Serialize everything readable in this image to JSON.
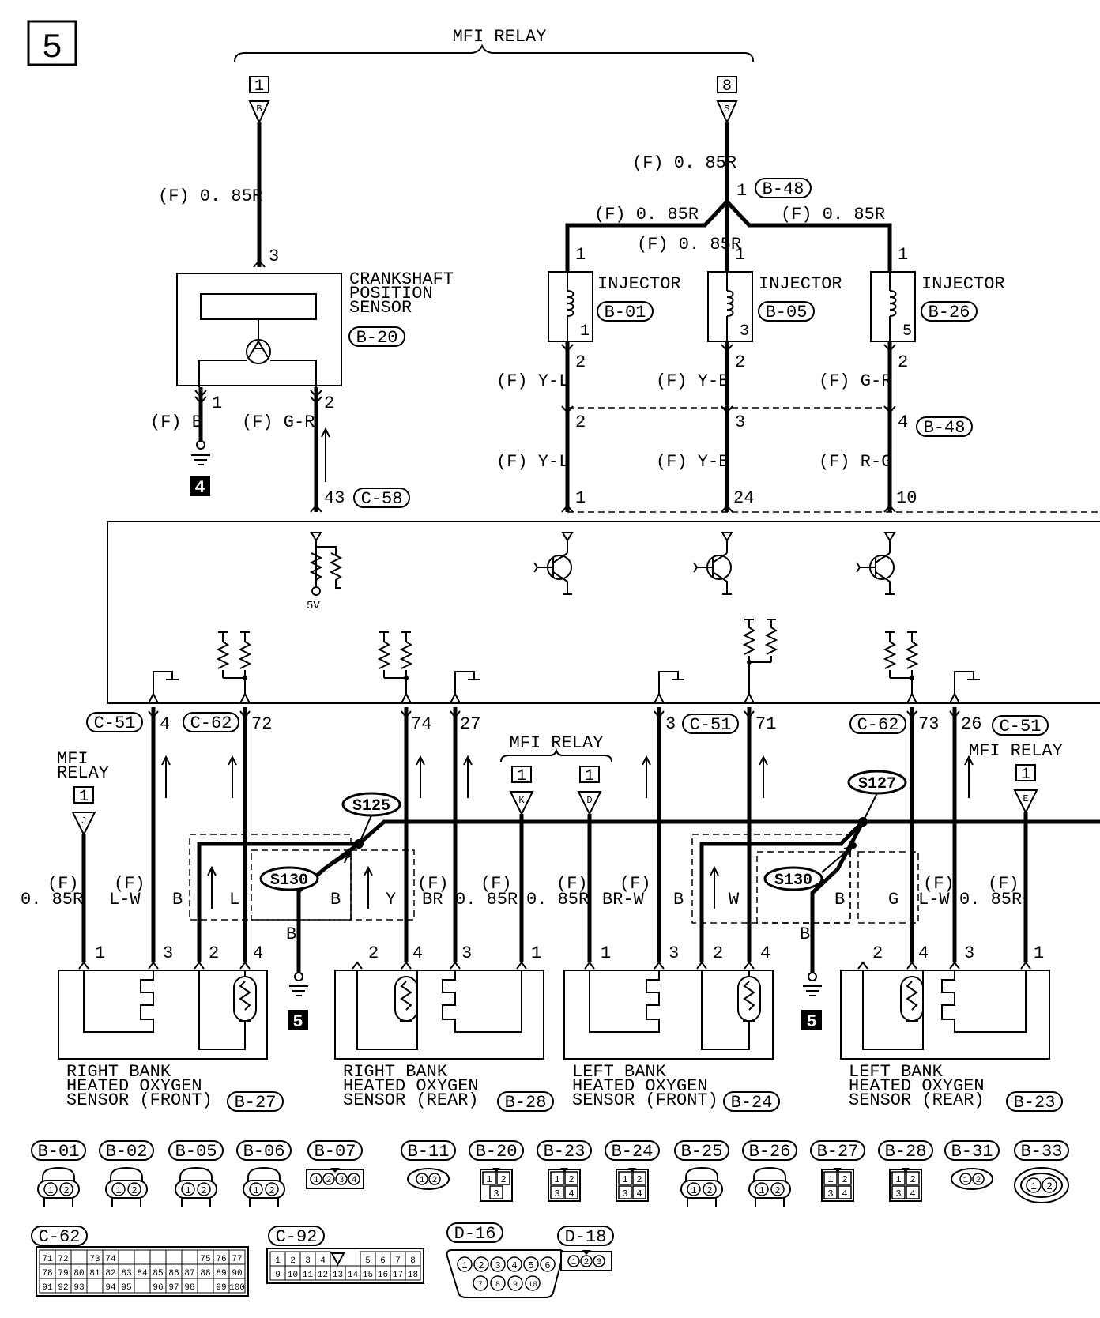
{
  "page": {
    "number": "5"
  },
  "mfi_relay_top": {
    "label": "MFI RELAY",
    "pin_left": "1",
    "pin_left_code": "B",
    "pin_right": "8",
    "pin_right_code": "S"
  },
  "crankshaft": {
    "title_lines": [
      "CRANKSHAFT",
      "POSITION",
      "SENSOR"
    ],
    "ref": "B-20",
    "wire_top": "(F) 0. 85R",
    "pin_top": "3",
    "pin_left": "1",
    "pin_right": "2",
    "wire_left": "(F) B",
    "wire_right": "(F) G-R",
    "ground_badge": "4",
    "ecu_pin": "43",
    "ecu_ref": "C-58",
    "supply": "5V"
  },
  "injectors": {
    "feed_wire": "(F) 0. 85R",
    "junction_pin": "1",
    "junction_ref": "B-48",
    "branch_left": "(F) 0. 85R",
    "branch_mid": "(F) 0. 85R",
    "branch_right": "(F) 0. 85R",
    "items": [
      {
        "label": "INJECTOR",
        "ref": "B-01",
        "num": "1",
        "pin_in": "1",
        "pin_out": "2",
        "wire_out": "(F) Y-L",
        "b48_pin": "2",
        "wire_ecu": "(F) Y-L",
        "ecu_pin": "1"
      },
      {
        "label": "INJECTOR",
        "ref": "B-05",
        "num": "3",
        "pin_in": "1",
        "pin_out": "2",
        "wire_out": "(F) Y-B",
        "b48_pin": "3",
        "wire_ecu": "(F) Y-B",
        "ecu_pin": "24"
      },
      {
        "label": "INJECTOR",
        "ref": "B-26",
        "num": "5",
        "pin_in": "1",
        "pin_out": "2",
        "wire_out": "(F) G-R",
        "b48_pin": "4",
        "wire_ecu": "(F) R-G",
        "ecu_pin": "10"
      }
    ],
    "b48_ref": "B-48"
  },
  "ecu_bottom_pins": {
    "items": [
      {
        "ref": "C-51",
        "pin": "4"
      },
      {
        "ref": "C-62",
        "pin": "72"
      },
      {
        "ref": "",
        "pin": "74"
      },
      {
        "ref": "",
        "pin": "27"
      },
      {
        "ref": "C-51",
        "pin": "3"
      },
      {
        "ref": "",
        "pin": "71"
      },
      {
        "ref": "C-62",
        "pin": "73"
      },
      {
        "ref": "C-51",
        "pin": "26"
      }
    ]
  },
  "relays_bottom": {
    "left_label_lines": [
      "MFI",
      "RELAY"
    ],
    "left_pin": "1",
    "left_code": "J",
    "middle_label": "MFI RELAY",
    "middle_pin_a": "1",
    "middle_code_a": "K",
    "middle_pin_b": "1",
    "middle_code_b": "D",
    "right_label": "MFI RELAY",
    "right_pin": "1",
    "right_code": "E"
  },
  "splices": {
    "s125": "S125",
    "s127": "S127",
    "s130": "S130"
  },
  "sensor_wires": {
    "labels": [
      {
        "top": "(F)",
        "bottom": "0. 85R"
      },
      {
        "top": "(F)",
        "bottom": "L-W"
      },
      {
        "top": "",
        "bottom": "B"
      },
      {
        "top": "",
        "bottom": "L"
      },
      {
        "top": "",
        "bottom": "B"
      },
      {
        "top": "",
        "bottom": "Y"
      },
      {
        "top": "(F)",
        "bottom": "BR"
      },
      {
        "top": "(F)",
        "bottom": "0. 85R"
      },
      {
        "top": "(F)",
        "bottom": "0. 85R"
      },
      {
        "top": "(F)",
        "bottom": "BR-W"
      },
      {
        "top": "",
        "bottom": "B"
      },
      {
        "top": "",
        "bottom": "W"
      },
      {
        "top": "",
        "bottom": "B"
      },
      {
        "top": "",
        "bottom": "G"
      },
      {
        "top": "(F)",
        "bottom": "L-W"
      },
      {
        "top": "(F)",
        "bottom": "0. 85R"
      }
    ],
    "ground_wire_1": "B",
    "ground_wire_2": "B",
    "ground_badge_1": "5",
    "ground_badge_2": "5"
  },
  "sensors": [
    {
      "lines": [
        "RIGHT BANK",
        "HEATED OXYGEN",
        "SENSOR (FRONT)"
      ],
      "ref": "B-27",
      "pins": [
        "1",
        "3",
        "2",
        "4"
      ]
    },
    {
      "lines": [
        "RIGHT BANK",
        "HEATED OXYGEN",
        "SENSOR (REAR)"
      ],
      "ref": "B-28",
      "pins": [
        "2",
        "4",
        "3",
        "1"
      ]
    },
    {
      "lines": [
        "LEFT BANK",
        "HEATED OXYGEN",
        "SENSOR (FRONT)"
      ],
      "ref": "B-24",
      "pins": [
        "1",
        "3",
        "2",
        "4"
      ]
    },
    {
      "lines": [
        "LEFT BANK",
        "HEATED OXYGEN",
        "SENSOR (REAR)"
      ],
      "ref": "B-23",
      "pins": [
        "2",
        "4",
        "3",
        "1"
      ]
    }
  ],
  "connectors": {
    "row1": [
      "B-01",
      "B-02",
      "B-05",
      "B-06",
      "B-07",
      "B-11",
      "B-20",
      "B-23",
      "B-24",
      "B-25",
      "B-26",
      "B-27",
      "B-28",
      "B-31",
      "B-33"
    ],
    "row2": [
      "C-62",
      "C-92",
      "D-16",
      "D-18"
    ],
    "c62_grid": [
      [
        "71",
        "72",
        "",
        "73",
        "74",
        "",
        "",
        "",
        "",
        "",
        "75",
        "76",
        "77"
      ],
      [
        "78",
        "79",
        "80",
        "81",
        "82",
        "83",
        "84",
        "85",
        "86",
        "87",
        "88",
        "89",
        "90"
      ],
      [
        "91",
        "92",
        "93",
        "",
        "94",
        "95",
        "",
        "96",
        "97",
        "98",
        "",
        "99",
        "100"
      ]
    ],
    "c92_grid": [
      [
        "1",
        "2",
        "3",
        "4",
        "",
        "5",
        "6",
        "7",
        "8"
      ],
      [
        "9",
        "10",
        "11",
        "12",
        "13",
        "14",
        "15",
        "16",
        "17",
        "18"
      ]
    ],
    "d16_pins_top": [
      "1",
      "2",
      "3",
      "4",
      "5",
      "6"
    ],
    "d16_pins_bottom": [
      "7",
      "8",
      "9",
      "10"
    ],
    "d18_pins": [
      "1",
      "2",
      "3"
    ]
  }
}
